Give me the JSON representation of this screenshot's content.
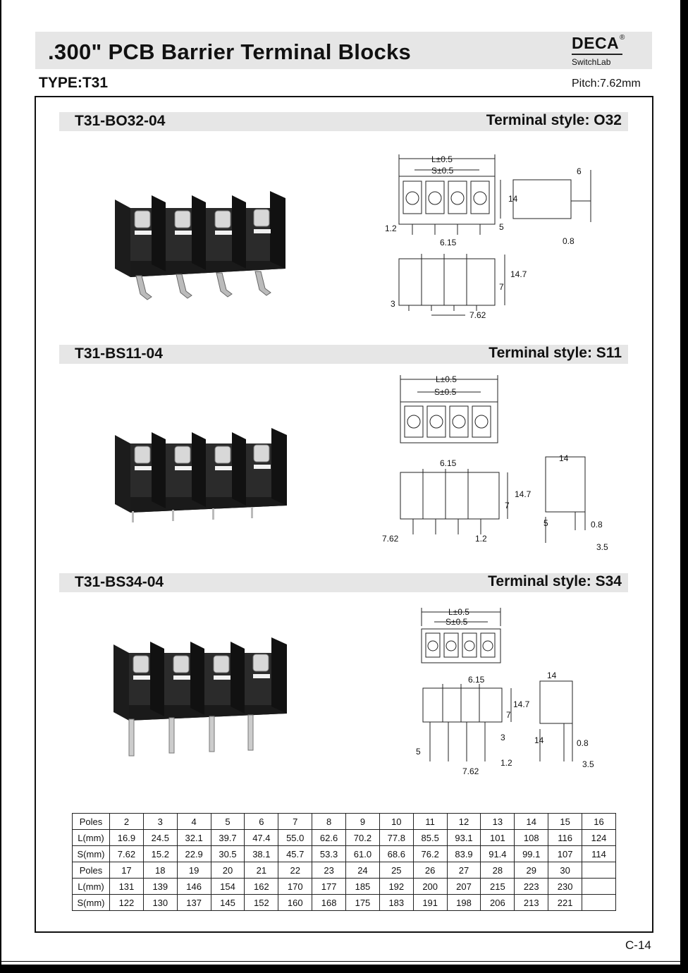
{
  "header": {
    "title": ".300\" PCB Barrier Terminal Blocks",
    "brand": "DECA",
    "brand_mark": "®",
    "brand_sub": "SwitchLab",
    "type": "TYPE:T31",
    "pitch": "Pitch:7.62mm"
  },
  "sections": [
    {
      "code": "T31-BO32-04",
      "style": "Terminal style: O32",
      "dims": {
        "l": "L±0.5",
        "s": "S±0.5",
        "d1": "1.2",
        "d2": "5",
        "d3": "6",
        "d4": "14",
        "d5": "0.8",
        "d6": "6.15",
        "d7": "14.7",
        "d8": "7",
        "d9": "3",
        "d10": "7.62"
      }
    },
    {
      "code": "T31-BS11-04",
      "style": "Terminal style: S11",
      "dims": {
        "l": "L±0.5",
        "s": "S±0.5",
        "d1": "6.15",
        "d2": "14.7",
        "d3": "7",
        "d4": "7.62",
        "d5": "1.2",
        "d6": "14",
        "d7": "5",
        "d8": "0.8",
        "d9": "3.5"
      }
    },
    {
      "code": "T31-BS34-04",
      "style": "Terminal style: S34",
      "dims": {
        "l": "L±0.5",
        "s": "S±0.5",
        "d1": "6.15",
        "d2": "14.7",
        "d3": "7",
        "d4": "3",
        "d5": "5",
        "d6": "7.62",
        "d7": "1.2",
        "d8": "14",
        "d9": "14",
        "d10": "0.8",
        "d11": "3.5"
      }
    }
  ],
  "table": {
    "rows": [
      [
        "Poles",
        "2",
        "3",
        "4",
        "5",
        "6",
        "7",
        "8",
        "9",
        "10",
        "11",
        "12",
        "13",
        "14",
        "15",
        "16"
      ],
      [
        "L(mm)",
        "16.9",
        "24.5",
        "32.1",
        "39.7",
        "47.4",
        "55.0",
        "62.6",
        "70.2",
        "77.8",
        "85.5",
        "93.1",
        "101",
        "108",
        "116",
        "124"
      ],
      [
        "S(mm)",
        "7.62",
        "15.2",
        "22.9",
        "30.5",
        "38.1",
        "45.7",
        "53.3",
        "61.0",
        "68.6",
        "76.2",
        "83.9",
        "91.4",
        "99.1",
        "107",
        "114"
      ],
      [
        "Poles",
        "17",
        "18",
        "19",
        "20",
        "21",
        "22",
        "23",
        "24",
        "25",
        "26",
        "27",
        "28",
        "29",
        "30",
        ""
      ],
      [
        "L(mm)",
        "131",
        "139",
        "146",
        "154",
        "162",
        "170",
        "177",
        "185",
        "192",
        "200",
        "207",
        "215",
        "223",
        "230",
        ""
      ],
      [
        "S(mm)",
        "122",
        "130",
        "137",
        "145",
        "152",
        "160",
        "168",
        "175",
        "183",
        "191",
        "198",
        "206",
        "213",
        "221",
        ""
      ]
    ]
  },
  "page_number": "C-14"
}
